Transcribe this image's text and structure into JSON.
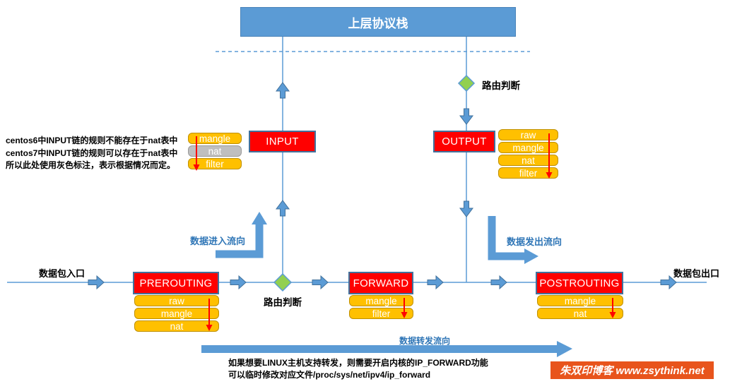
{
  "title": "上层协议栈",
  "labels": {
    "packet_in": "数据包入口",
    "packet_out": "数据包出口",
    "routing_decision": "路由判断",
    "flow_in": "数据进入流向",
    "flow_out": "数据发出流向",
    "flow_forward": "数据转发流向"
  },
  "notes": {
    "left_line1": "centos6中INPUT链的规则不能存在于nat表中",
    "left_line2": "centos7中INPUT链的规则可以存在于nat表中",
    "left_line3": "所以此处使用灰色标注，表示根据情况而定。",
    "bottom_line1": "如果想要LINUX主机支持转发，则需要开启内核的IP_FORWARD功能",
    "bottom_line2": "可以临时修改对应文件/proc/sys/net/ipv4/ip_forward"
  },
  "chains": {
    "prerouting": {
      "label": "PREROUTING",
      "tables": [
        "raw",
        "mangle",
        "nat"
      ]
    },
    "input": {
      "label": "INPUT",
      "tables": [
        "mangle",
        "nat",
        "filter"
      ]
    },
    "forward": {
      "label": "FORWARD",
      "tables": [
        "mangle",
        "filter"
      ]
    },
    "output": {
      "label": "OUTPUT",
      "tables": [
        "raw",
        "mangle",
        "nat",
        "filter"
      ]
    },
    "postrouting": {
      "label": "POSTROUTING",
      "tables": [
        "mangle",
        "nat"
      ]
    }
  },
  "watermark": "朱双印博客 www.zsythink.net",
  "colors": {
    "chain_red": "#FF0000",
    "table_orange": "#FFC000",
    "table_gray": "#BFBFBF",
    "line_blue": "#5B9BD5",
    "diamond_green": "#92D050",
    "flow_text_blue": "#2E75B6",
    "watermark_orange": "#E8541C"
  }
}
